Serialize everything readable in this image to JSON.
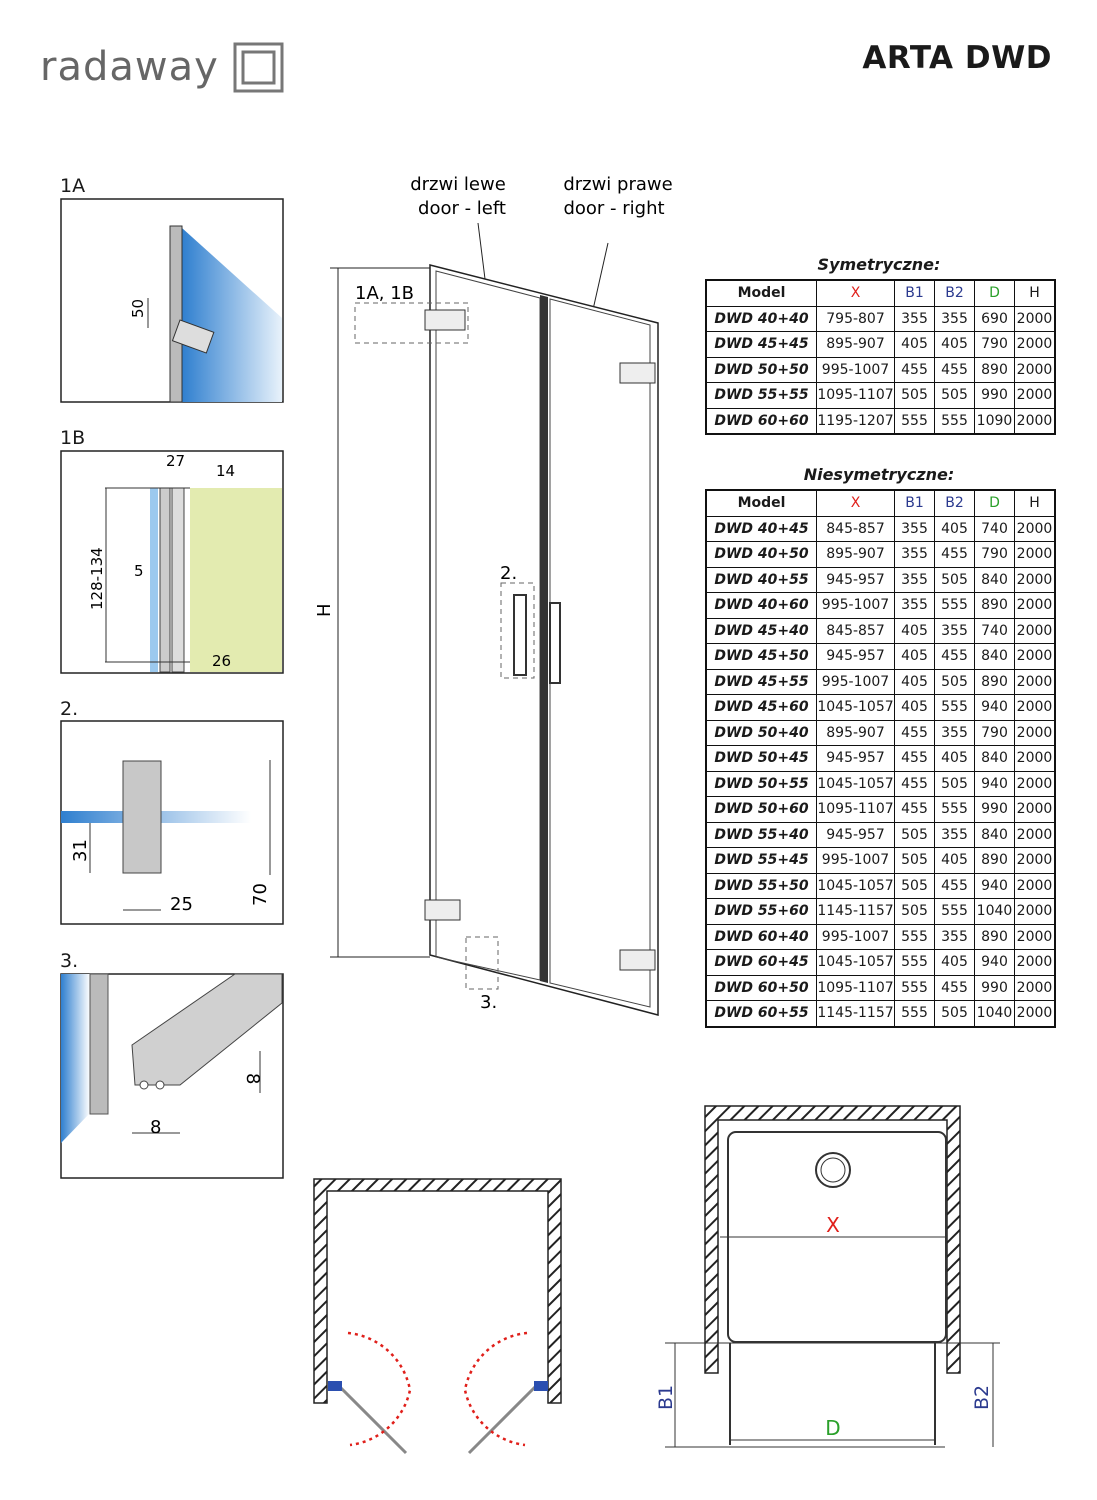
{
  "brand": {
    "logo_text": "radaway"
  },
  "header": {
    "title": "ARTA DWD"
  },
  "details": {
    "d1a": {
      "label": "1A",
      "dim": "50"
    },
    "d1b": {
      "label": "1B",
      "dims": [
        "27",
        "14",
        "128-134",
        "5",
        "26"
      ]
    },
    "d2": {
      "label": "2.",
      "dims": [
        "31",
        "25",
        "70"
      ]
    },
    "d3": {
      "label": "3.",
      "dims": [
        "8",
        "8"
      ]
    }
  },
  "door": {
    "left_pl": "drzwi lewe",
    "left_en": "door - left",
    "right_pl": "drzwi prawe",
    "right_en": "door - right",
    "callout_1": "1A, 1B",
    "callout_2": "2.",
    "callout_3": "3.",
    "height_label": "H"
  },
  "colors": {
    "x": "#e0201b",
    "b": "#2b3a8f",
    "d": "#2aa02a",
    "glass": "#3a8fd6",
    "wall": "#e3ebb0"
  },
  "tables": {
    "headers": [
      "Model",
      "X",
      "B1",
      "B2",
      "D",
      "H"
    ],
    "symmetric": {
      "title": "Symetryczne:",
      "rows": [
        [
          "DWD 40+40",
          "795-807",
          "355",
          "355",
          "690",
          "2000"
        ],
        [
          "DWD 45+45",
          "895-907",
          "405",
          "405",
          "790",
          "2000"
        ],
        [
          "DWD 50+50",
          "995-1007",
          "455",
          "455",
          "890",
          "2000"
        ],
        [
          "DWD 55+55",
          "1095-1107",
          "505",
          "505",
          "990",
          "2000"
        ],
        [
          "DWD 60+60",
          "1195-1207",
          "555",
          "555",
          "1090",
          "2000"
        ]
      ]
    },
    "asymmetric": {
      "title": "Niesymetryczne:",
      "rows": [
        [
          "DWD 40+45",
          "845-857",
          "355",
          "405",
          "740",
          "2000"
        ],
        [
          "DWD 40+50",
          "895-907",
          "355",
          "455",
          "790",
          "2000"
        ],
        [
          "DWD 40+55",
          "945-957",
          "355",
          "505",
          "840",
          "2000"
        ],
        [
          "DWD 40+60",
          "995-1007",
          "355",
          "555",
          "890",
          "2000"
        ],
        [
          "DWD 45+40",
          "845-857",
          "405",
          "355",
          "740",
          "2000"
        ],
        [
          "DWD 45+50",
          "945-957",
          "405",
          "455",
          "840",
          "2000"
        ],
        [
          "DWD 45+55",
          "995-1007",
          "405",
          "505",
          "890",
          "2000"
        ],
        [
          "DWD 45+60",
          "1045-1057",
          "405",
          "555",
          "940",
          "2000"
        ],
        [
          "DWD 50+40",
          "895-907",
          "455",
          "355",
          "790",
          "2000"
        ],
        [
          "DWD 50+45",
          "945-957",
          "455",
          "405",
          "840",
          "2000"
        ],
        [
          "DWD 50+55",
          "1045-1057",
          "455",
          "505",
          "940",
          "2000"
        ],
        [
          "DWD 50+60",
          "1095-1107",
          "455",
          "555",
          "990",
          "2000"
        ],
        [
          "DWD 55+40",
          "945-957",
          "505",
          "355",
          "840",
          "2000"
        ],
        [
          "DWD 55+45",
          "995-1007",
          "505",
          "405",
          "890",
          "2000"
        ],
        [
          "DWD 55+50",
          "1045-1057",
          "505",
          "455",
          "940",
          "2000"
        ],
        [
          "DWD 55+60",
          "1145-1157",
          "505",
          "555",
          "1040",
          "2000"
        ],
        [
          "DWD 60+40",
          "995-1007",
          "555",
          "355",
          "890",
          "2000"
        ],
        [
          "DWD 60+45",
          "1045-1057",
          "555",
          "405",
          "940",
          "2000"
        ],
        [
          "DWD 60+50",
          "1095-1107",
          "555",
          "455",
          "990",
          "2000"
        ],
        [
          "DWD 60+55",
          "1145-1157",
          "555",
          "505",
          "1040",
          "2000"
        ]
      ]
    }
  },
  "plan": {
    "x": "X",
    "b1": "B1",
    "b2": "B2",
    "d": "D"
  }
}
